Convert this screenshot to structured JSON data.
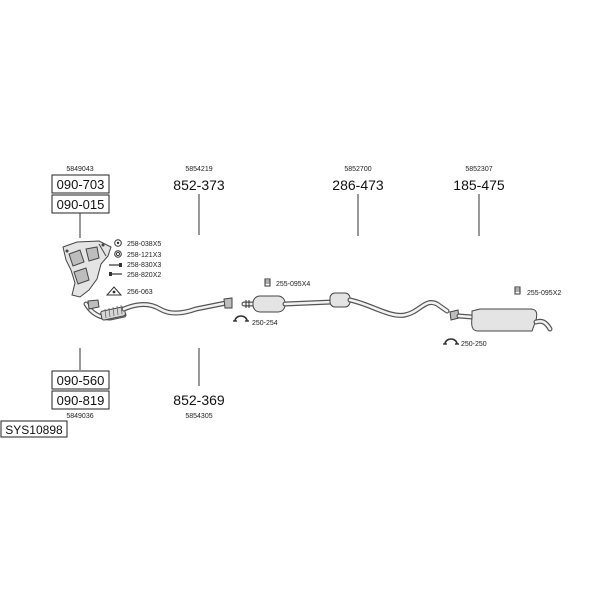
{
  "oem": {
    "top_left": "5849043",
    "top_mid": "5854219",
    "top_center": "5852700",
    "top_right": "5852307",
    "bottom_left": "5849036",
    "bottom_mid": "5854305"
  },
  "parts": {
    "p090_703": "090-703",
    "p090_015": "090-015",
    "p852_373": "852-373",
    "p286_473": "286-473",
    "p185_475": "185-475",
    "p090_560": "090-560",
    "p090_819": "090-819",
    "p852_369": "852-369"
  },
  "hardware": {
    "h258_038x5": "258-038X5",
    "h258_121x3": "258-121X3",
    "h258_830x3": "258-830X3",
    "h258_820x2": "258-820X2",
    "h256_063": "256-063",
    "h255_095x4": "255-095X4",
    "h250_254": "250-254",
    "h255_095x2": "255-095X2",
    "h250_250": "250-250"
  },
  "system_code": "SYS10898"
}
